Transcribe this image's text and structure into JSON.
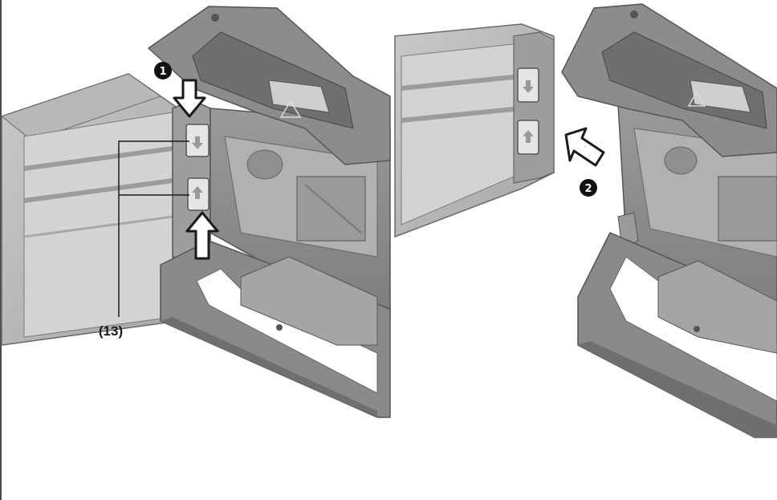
{
  "callouts": {
    "part_label": "(13)",
    "step_one": "1",
    "step_two": "2"
  },
  "colors": {
    "housing_dark": "#8a8a8a",
    "housing_mid": "#a9a9a9",
    "housing_light": "#cfcfcf",
    "panel": "#bdbdbd",
    "outline": "#5a5a5a",
    "arrow_fill": "#ffffff",
    "badge": "#111111"
  },
  "icons": [
    "arrow-down-icon",
    "arrow-up-icon",
    "arrow-left-icon",
    "step-badge-icon",
    "warning-triangle-icon"
  ]
}
